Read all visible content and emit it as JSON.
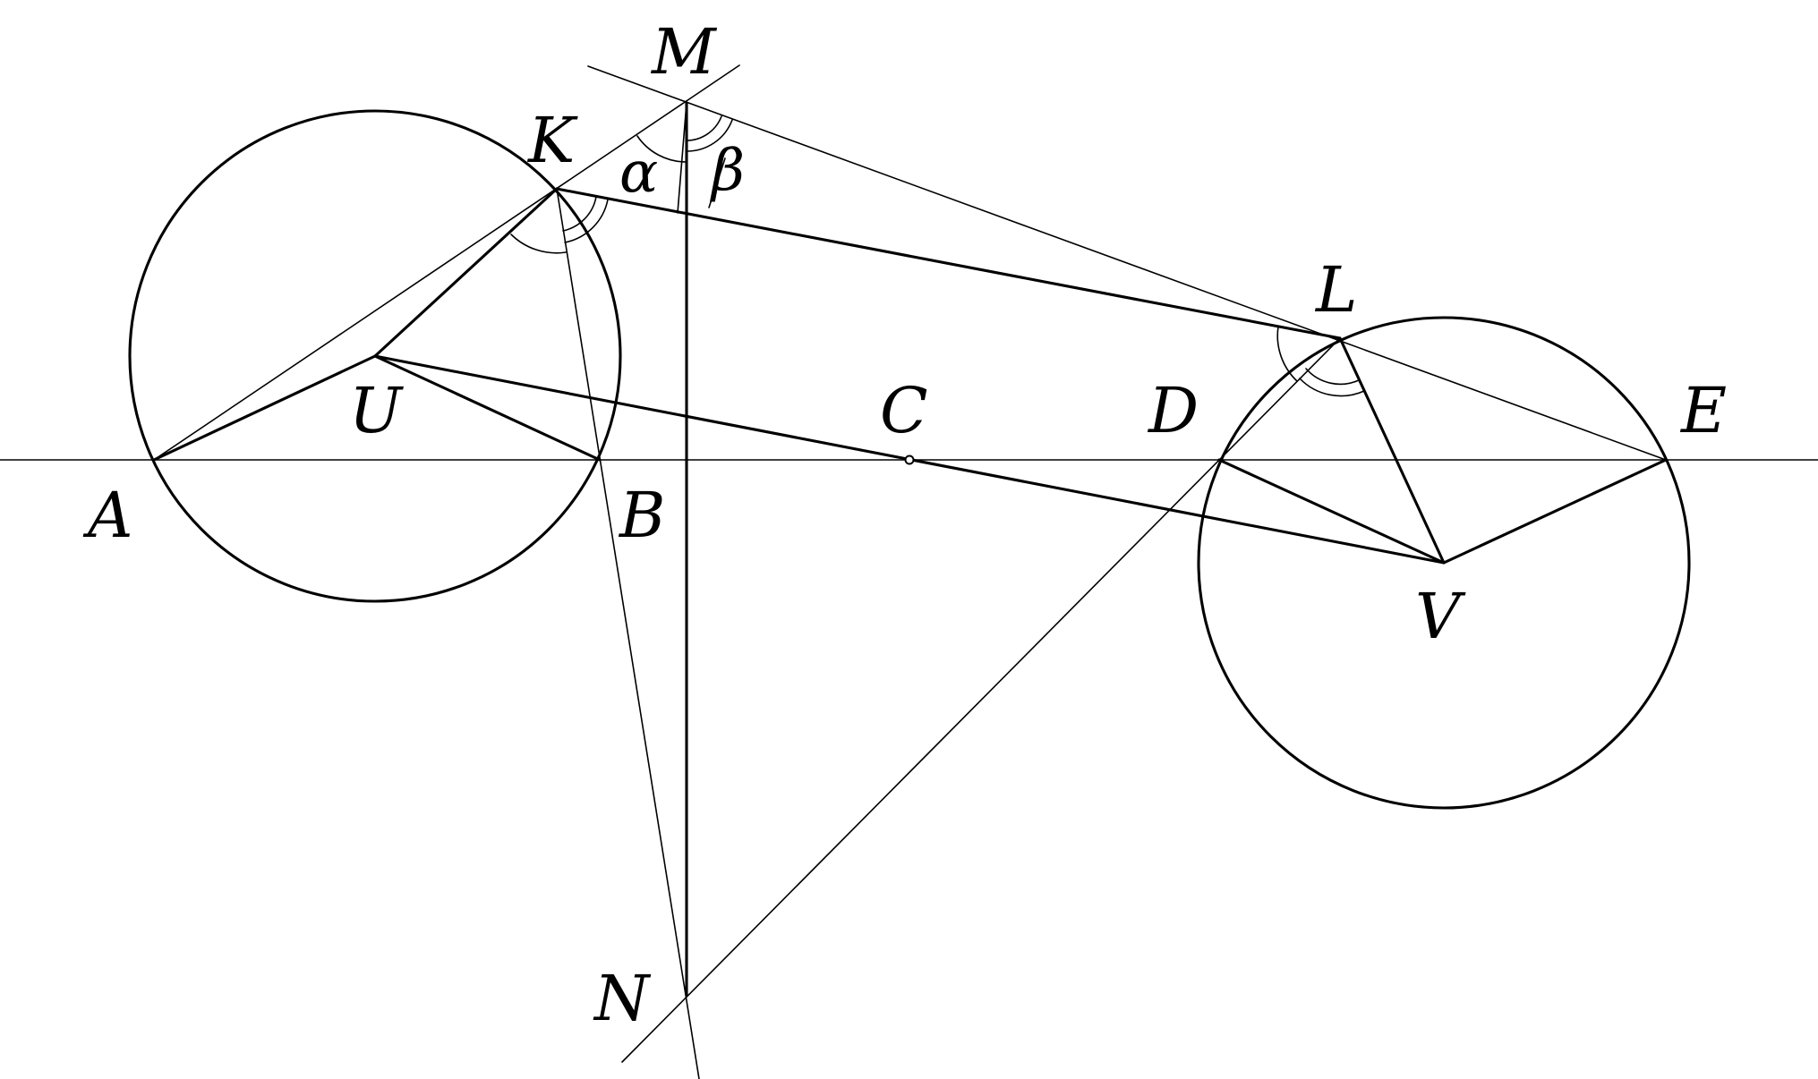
{
  "colors": {
    "ink": "#000000",
    "background": "#ffffff"
  },
  "labels": {
    "M": "M",
    "K": "K",
    "L": "L",
    "U": "U",
    "C": "C",
    "D": "D",
    "E": "E",
    "A": "A",
    "B": "B",
    "V": "V",
    "N": "N",
    "alpha": "α",
    "beta": "β"
  }
}
